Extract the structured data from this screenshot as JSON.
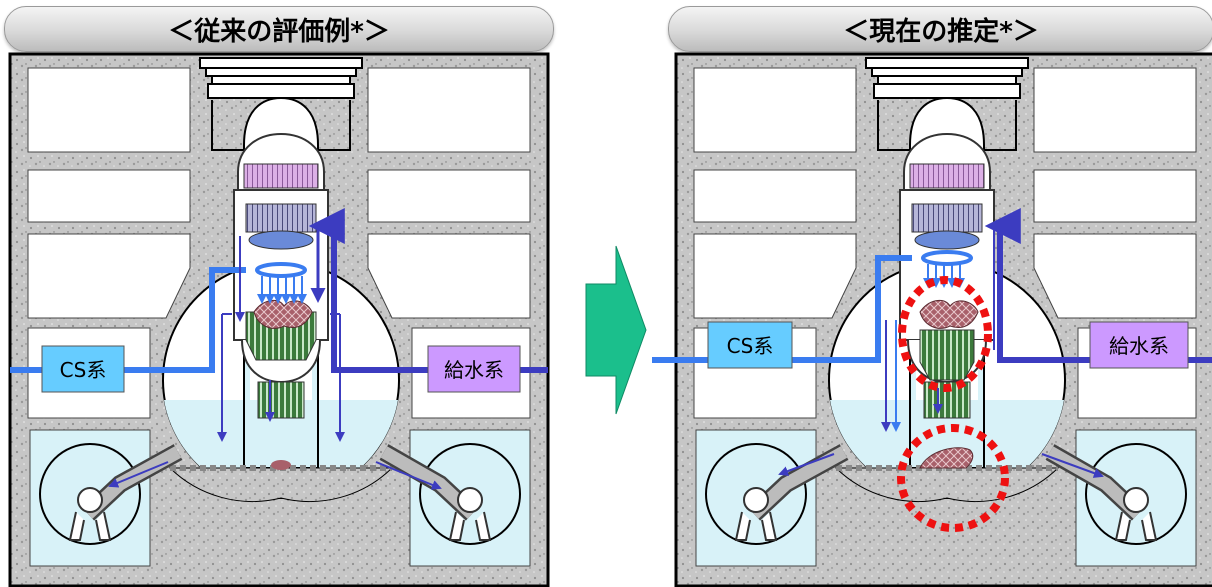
{
  "left_panel": {
    "title": "＜従来の評価例*＞",
    "cs_label": "CS系",
    "feedwater_label": "給水系"
  },
  "right_panel": {
    "title": "＜現在の推定*＞",
    "cs_label": "CS系",
    "feedwater_label": "給水系"
  },
  "colors": {
    "concrete": "#c9c9c9",
    "water": "#d8f2f8",
    "flow_light_blue": "#3a7cf0",
    "flow_dark_blue": "#3c3cc0",
    "cs_box": "#66ccff",
    "feedwater_box": "#cc99ff",
    "arrow_green": "#1bbf8c",
    "debris": "#a8606a",
    "marker_red": "#ee1111"
  }
}
